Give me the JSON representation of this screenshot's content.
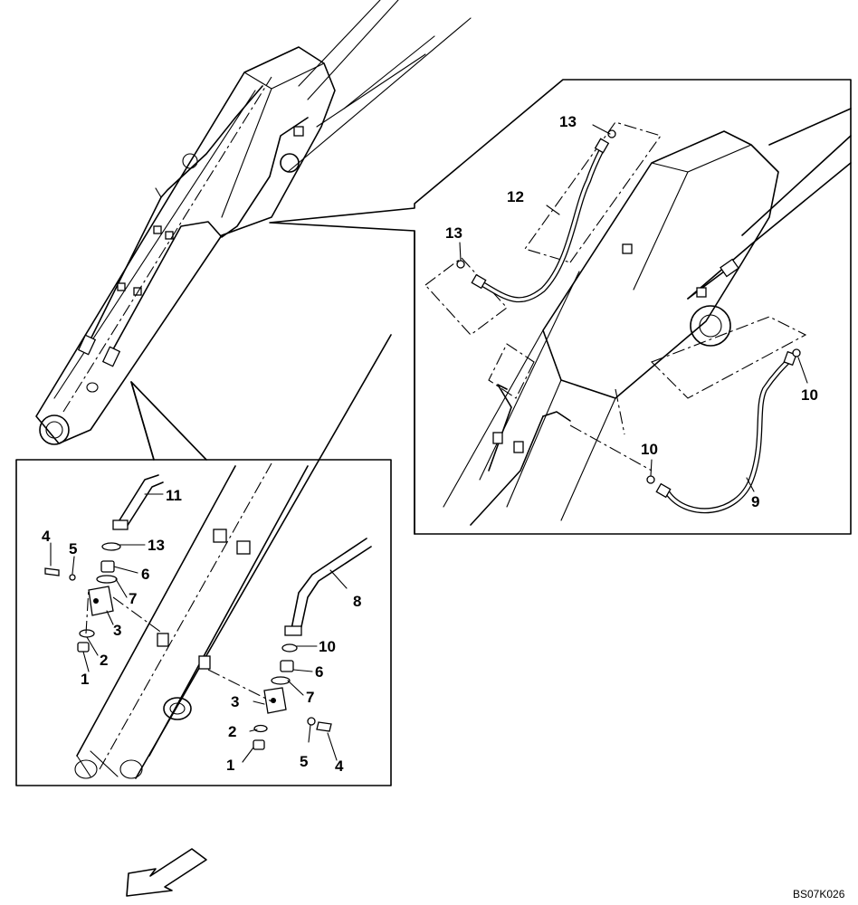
{
  "callouts": {
    "right": {
      "c13a": "13",
      "c13b": "13",
      "c12": "12",
      "c10a": "10",
      "c10b": "10",
      "c9": "9"
    },
    "left": {
      "c11": "11",
      "c13": "13",
      "c6a": "6",
      "c7a": "7",
      "c3a": "3",
      "c2a": "2",
      "c1a": "1",
      "c4a": "4",
      "c5a": "5",
      "c8": "8",
      "c10": "10",
      "c6b": "6",
      "c7b": "7",
      "c3b": "3",
      "c2b": "2",
      "c1b": "1",
      "c5b": "5",
      "c4b": "4"
    }
  },
  "figure_code": "BS07K026",
  "icons": {
    "direction": "front-direction-arrow-icon"
  }
}
